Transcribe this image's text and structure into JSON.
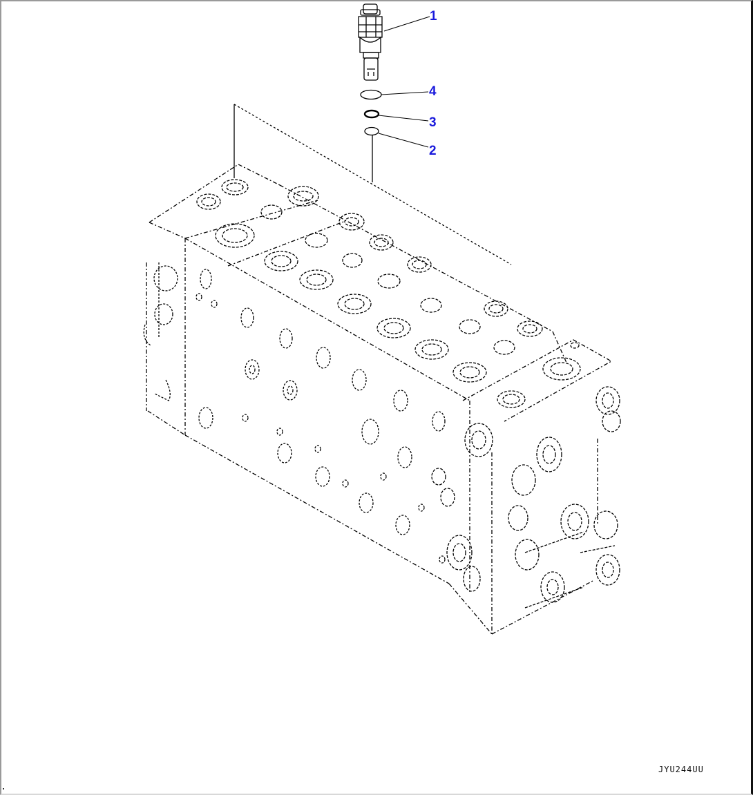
{
  "diagram": {
    "type": "exploded parts diagram",
    "subject": "hydraulic control valve block with relief valve cartridge",
    "drawing_code": "JYU244UU",
    "line_color": "#000000",
    "callout_color": "#1a1adc",
    "callouts": [
      {
        "number": "1",
        "part": "relief-valve-cartridge"
      },
      {
        "number": "4",
        "part": "o-ring-large"
      },
      {
        "number": "3",
        "part": "backup-ring"
      },
      {
        "number": "2",
        "part": "o-ring-small"
      }
    ]
  }
}
